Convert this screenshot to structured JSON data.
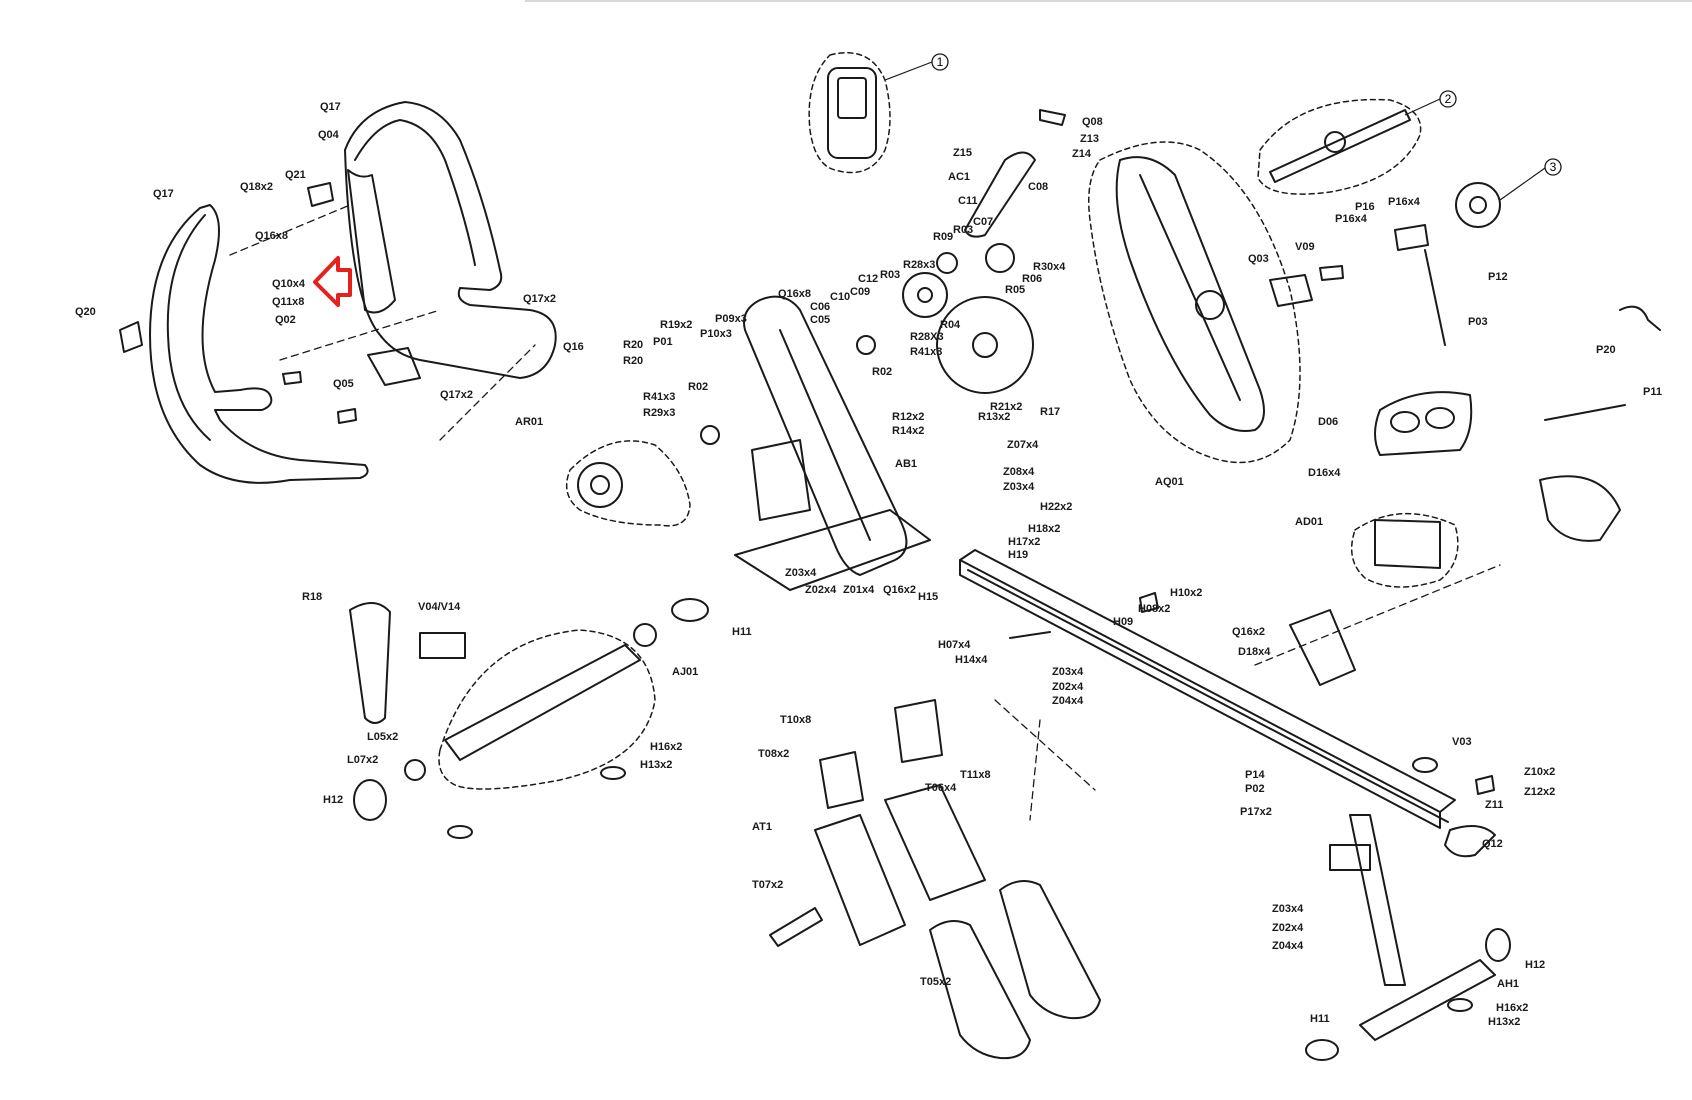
{
  "diagram": {
    "accent_color": "#e8201c",
    "line_color": "#1a1a1a",
    "callouts": {
      "1": "1",
      "2": "2",
      "3": "3"
    },
    "labels": {
      "Q17a": "Q17",
      "Q04": "Q04",
      "Q21": "Q21",
      "Q18x2": "Q18x2",
      "Q17b": "Q17",
      "Q16x8": "Q16x8",
      "Q10x4": "Q10x4",
      "Q11x8": "Q11x8",
      "Q02": "Q02",
      "Q20": "Q20",
      "Q17x2a": "Q17x2",
      "Q16": "Q16",
      "Q05": "Q05",
      "Q17x2b": "Q17x2",
      "Q08": "Q08",
      "Z13": "Z13",
      "Z14": "Z14",
      "Z15": "Z15",
      "AC1": "AC1",
      "C11": "C11",
      "C08": "C08",
      "C07": "C07",
      "R09": "R09",
      "R03a": "R03",
      "R28x3": "R28x3",
      "R30x4": "R30x4",
      "R06": "R06",
      "R05": "R05",
      "C12": "C12",
      "C09": "C09",
      "R03b": "R03",
      "C10": "C10",
      "Q16x8b": "Q16x8",
      "C06": "C06",
      "C05": "C05",
      "R04": "R04",
      "R28X3": "R28X3",
      "R41x3a": "R41x3",
      "P09x3": "P09x3",
      "P10x3": "P10x3",
      "R19x2": "R19x2",
      "P01": "P01",
      "R20a": "R20",
      "R20b": "R20",
      "R02a": "R02",
      "R02b": "R02",
      "R41x3b": "R41x3",
      "R29x3": "R29x3",
      "AR01": "AR01",
      "R12x2": "R12x2",
      "R14x2": "R14x2",
      "R13x2": "R13x2",
      "R21x2": "R21x2",
      "R17": "R17",
      "Z07x4": "Z07x4",
      "AB1": "AB1",
      "Z08x4": "Z08x4",
      "Z03x4a": "Z03x4",
      "H22x2": "H22x2",
      "H18x2": "H18x2",
      "H17x2": "H17x2",
      "H19": "H19",
      "Z03x4b": "Z03x4",
      "Z02x4a": "Z02x4",
      "Z01x4": "Z01x4",
      "Q16x2a": "Q16x2",
      "H15": "H15",
      "Q03": "Q03",
      "V09": "V09",
      "AQ01": "AQ01",
      "P16": "P16",
      "P16x4a": "P16x4",
      "P16x4b": "P16x4",
      "P12": "P12",
      "P03": "P03",
      "P20": "P20",
      "P11": "P11",
      "D06": "D06",
      "D16x4": "D16x4",
      "AD01": "AD01",
      "Q16x2b": "Q16x2",
      "D18x4": "D18x4",
      "H10x2": "H10x2",
      "H08x2": "H08x2",
      "H09": "H09",
      "H07x4": "H07x4",
      "H14x4": "H14x4",
      "Z03x4c": "Z03x4",
      "Z02x4b": "Z02x4",
      "Z04x4a": "Z04x4",
      "R18": "R18",
      "V04V14": "V04/V14",
      "H11a": "H11",
      "AJ01": "AJ01",
      "L05x2": "L05x2",
      "L07x2": "L07x2",
      "H12a": "H12",
      "H16x2a": "H16x2",
      "H13x2a": "H13x2",
      "T10x8": "T10x8",
      "T08x2": "T08x2",
      "T06x4": "T06x4",
      "T11x8": "T11x8",
      "AT1": "AT1",
      "T07x2": "T07x2",
      "T05x2": "T05x2",
      "V03": "V03",
      "P14": "P14",
      "P02": "P02",
      "P17x2": "P17x2",
      "Z10x2": "Z10x2",
      "Z12x2": "Z12x2",
      "Z11": "Z11",
      "Q12": "Q12",
      "Z03x4d": "Z03x4",
      "Z02x4c": "Z02x4",
      "Z04x4b": "Z04x4",
      "H12b": "H12",
      "AH1": "AH1",
      "H16x2b": "H16x2",
      "H13x2b": "H13x2",
      "H11b": "H11"
    }
  }
}
